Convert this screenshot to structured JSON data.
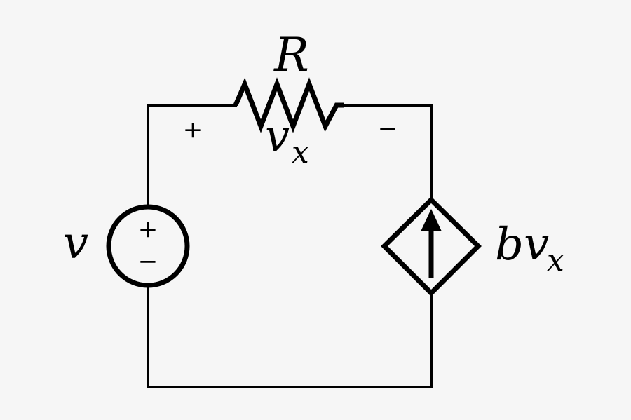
{
  "labels": {
    "resistor_name": "R",
    "resistor_voltage_base": "v",
    "resistor_voltage_sub": "x",
    "resistor_plus": "+",
    "resistor_minus": "−",
    "source_name": "v",
    "source_plus": "+",
    "source_minus": "−",
    "dependent_coef": "bv",
    "dependent_sub": "x"
  },
  "colors": {
    "stroke": "#000000",
    "background": "#f6f6f6"
  }
}
